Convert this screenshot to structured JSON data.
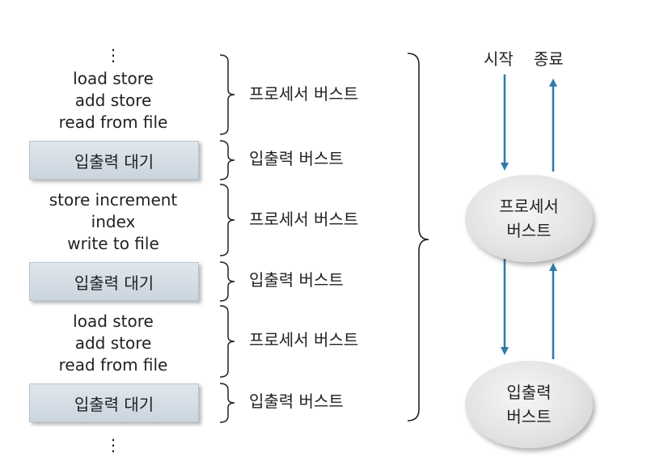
{
  "timeline": [
    {
      "kind": "code",
      "lines": [
        "load store",
        "add store",
        "read from file"
      ],
      "burst": "프로세서 버스트"
    },
    {
      "kind": "wait",
      "label": "입출력 대기",
      "burst": "입출력 버스트"
    },
    {
      "kind": "code",
      "lines": [
        "store increment",
        "index",
        "write to file"
      ],
      "burst": "프로세서 버스트"
    },
    {
      "kind": "wait",
      "label": "입출력 대기",
      "burst": "입출력 버스트"
    },
    {
      "kind": "code",
      "lines": [
        "load store",
        "add store",
        "read from file"
      ],
      "burst": "프로세서 버스트"
    },
    {
      "kind": "wait",
      "label": "입출력 대기",
      "burst": "입출력 버스트"
    }
  ],
  "ellipsis": "⋮",
  "cycle": {
    "start_label": "시작",
    "end_label": "종료",
    "cpu_burst": [
      "프로세서",
      "버스트"
    ],
    "io_burst": [
      "입출력",
      "버스트"
    ]
  },
  "colors": {
    "arrow": "#2f7ca8",
    "wait_box": "#d6dee6",
    "ellipse": "#e2e2e2"
  }
}
